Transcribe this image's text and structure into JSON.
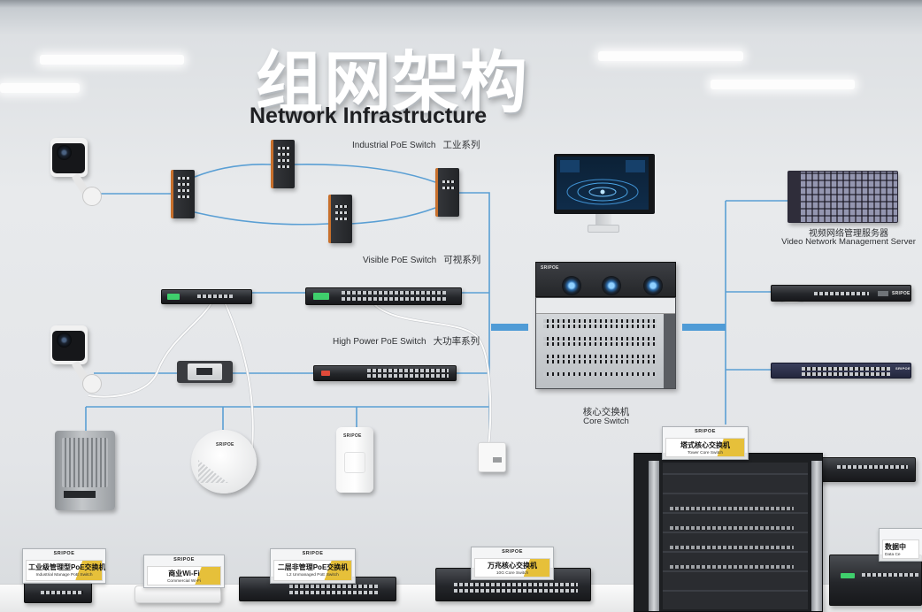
{
  "title": {
    "zh": "组网架构",
    "en": "Network Infrastructure"
  },
  "brand": "SRIPOE",
  "series": {
    "industrial": {
      "en": "Industrial PoE Switch",
      "zh": "工业系列"
    },
    "visible": {
      "en": "Visible PoE Switch",
      "zh": "可视系列"
    },
    "high_power": {
      "en": "High Power PoE Switch",
      "zh": "大功率系列"
    }
  },
  "core_switch": {
    "zh": "核心交换机",
    "en": "Core Switch"
  },
  "server": {
    "zh": "视频网络管理服务器",
    "en": "Video Network Management Server"
  },
  "placards": {
    "industrial_managed": {
      "zh": "工业级管理型PoE交换机",
      "en": "Industrial Manage PoE Switch"
    },
    "commercial_wifi": {
      "zh": "商业Wi-Fi",
      "en": "Commercial Wi-Fi"
    },
    "l2_unmanaged": {
      "zh": "二层非管理PoE交换机",
      "en": "L2 Unmanaged PoE Switch"
    },
    "core_10g": {
      "zh": "万兆核心交换机",
      "en": "10G Core Switch"
    },
    "tower_core": {
      "zh": "塔式核心交换机",
      "en": "Tower Core Switch"
    },
    "data_center": {
      "zh": "数据中",
      "en": "Data Ce"
    }
  },
  "colors": {
    "wall": "#e8eaec",
    "link_line": "#5a9fd4",
    "link_bar": "#4f9bd6",
    "placard_accent": "#e6c03a",
    "device_dark": "#24262a",
    "industrial_accent": "#c8702c"
  }
}
